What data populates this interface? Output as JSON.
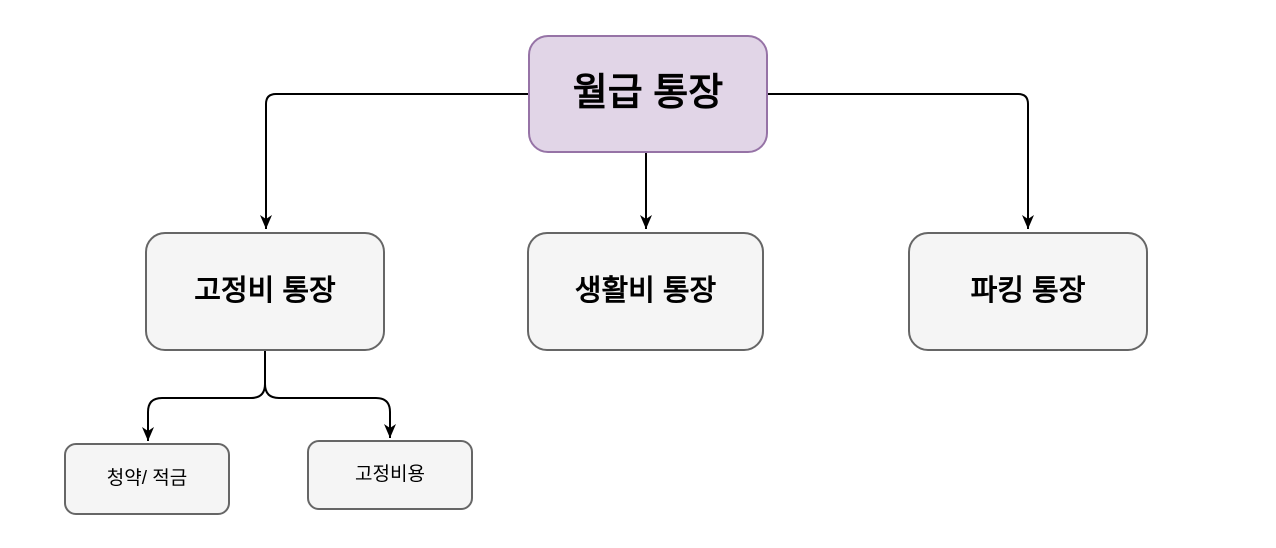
{
  "diagram": {
    "nodes": {
      "salary": {
        "label": "월급 통장"
      },
      "fixed": {
        "label": "고정비 통장"
      },
      "living": {
        "label": "생활비 통장"
      },
      "parking": {
        "label": "파킹 통장"
      },
      "subscription": {
        "label": "청약/ 적금"
      },
      "fixed_cost": {
        "label": "고정비용"
      }
    },
    "edges": [
      {
        "from": "salary",
        "to": "fixed"
      },
      {
        "from": "salary",
        "to": "living"
      },
      {
        "from": "salary",
        "to": "parking"
      },
      {
        "from": "fixed",
        "to": "subscription"
      },
      {
        "from": "fixed",
        "to": "fixed_cost"
      }
    ]
  },
  "colors": {
    "background": "#ffffff",
    "text": "#000000",
    "edge": "#000000",
    "salary_fill": "#e1d5e7",
    "salary_border": "#9673a6",
    "node_fill": "#f5f5f5",
    "node_border": "#666666"
  }
}
